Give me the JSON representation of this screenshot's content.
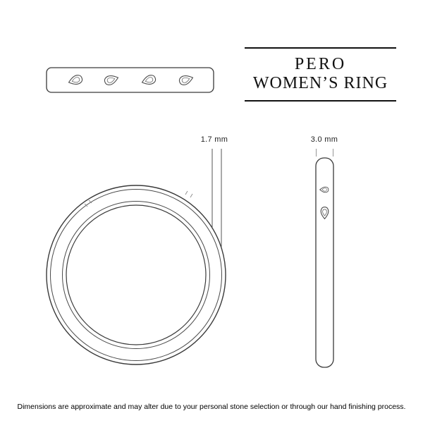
{
  "title": {
    "line1": "PERO",
    "line2": "WOMEN’S RING"
  },
  "labels": {
    "band_width": "1.7 mm",
    "profile_width": "3.0 mm"
  },
  "footer": {
    "disclaimer": "Dimensions are approximate and may alter due to your personal stone selection or through our hand finishing process."
  },
  "colors": {
    "line": "#3a3a3a",
    "rule": "#111111",
    "text": "#000000",
    "background": "#ffffff"
  },
  "diagram": {
    "stone_shape": "pear",
    "top_view_stone_count": 4,
    "side_view_stone_count": 2
  }
}
